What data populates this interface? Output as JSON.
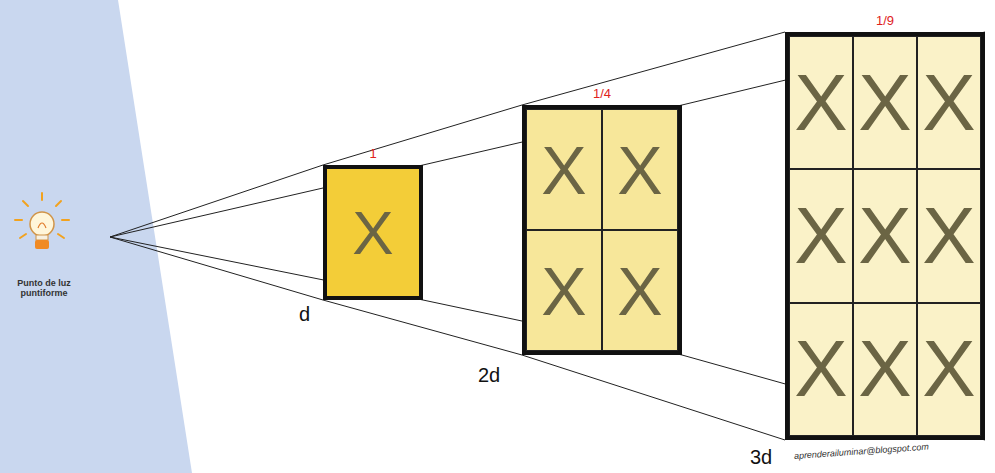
{
  "diagram": {
    "nodes": [
      {
        "text": [
          "1"
        ]
      },
      {
        "text": [
          "X"
        ],
        "in": 0
      },
      {
        "text": [
          "1/4"
        ]
      },
      {
        "text": [
          "X"
        ],
        "in": 2
      },
      {
        "text": [
          "X"
        ],
        "in": 2
      },
      {
        "text": [
          "X"
        ],
        "in": 2
      },
      {
        "text": [
          "X"
        ],
        "in": 2
      },
      {
        "text": [
          "1/9"
        ]
      },
      {
        "text": [
          "X"
        ],
        "in": 7
      },
      {
        "text": [
          "X"
        ],
        "in": 7
      },
      {
        "text": [
          "X"
        ],
        "in": 7
      },
      {
        "text": [
          "X"
        ],
        "in": 7
      },
      {
        "text": [
          "X"
        ],
        "in": 7
      },
      {
        "text": [
          "X"
        ],
        "in": 7
      },
      {
        "text": [
          "X"
        ],
        "in": 7
      },
      {
        "text": [
          "X"
        ],
        "in": 7
      },
      {
        "text": [
          "X"
        ],
        "in": 7
      }
    ],
    "labels": [
      "Punto de luz puntiforme",
      "d",
      "2d",
      "3d",
      "aprenderailuminar@blogspot.com"
    ]
  }
}
